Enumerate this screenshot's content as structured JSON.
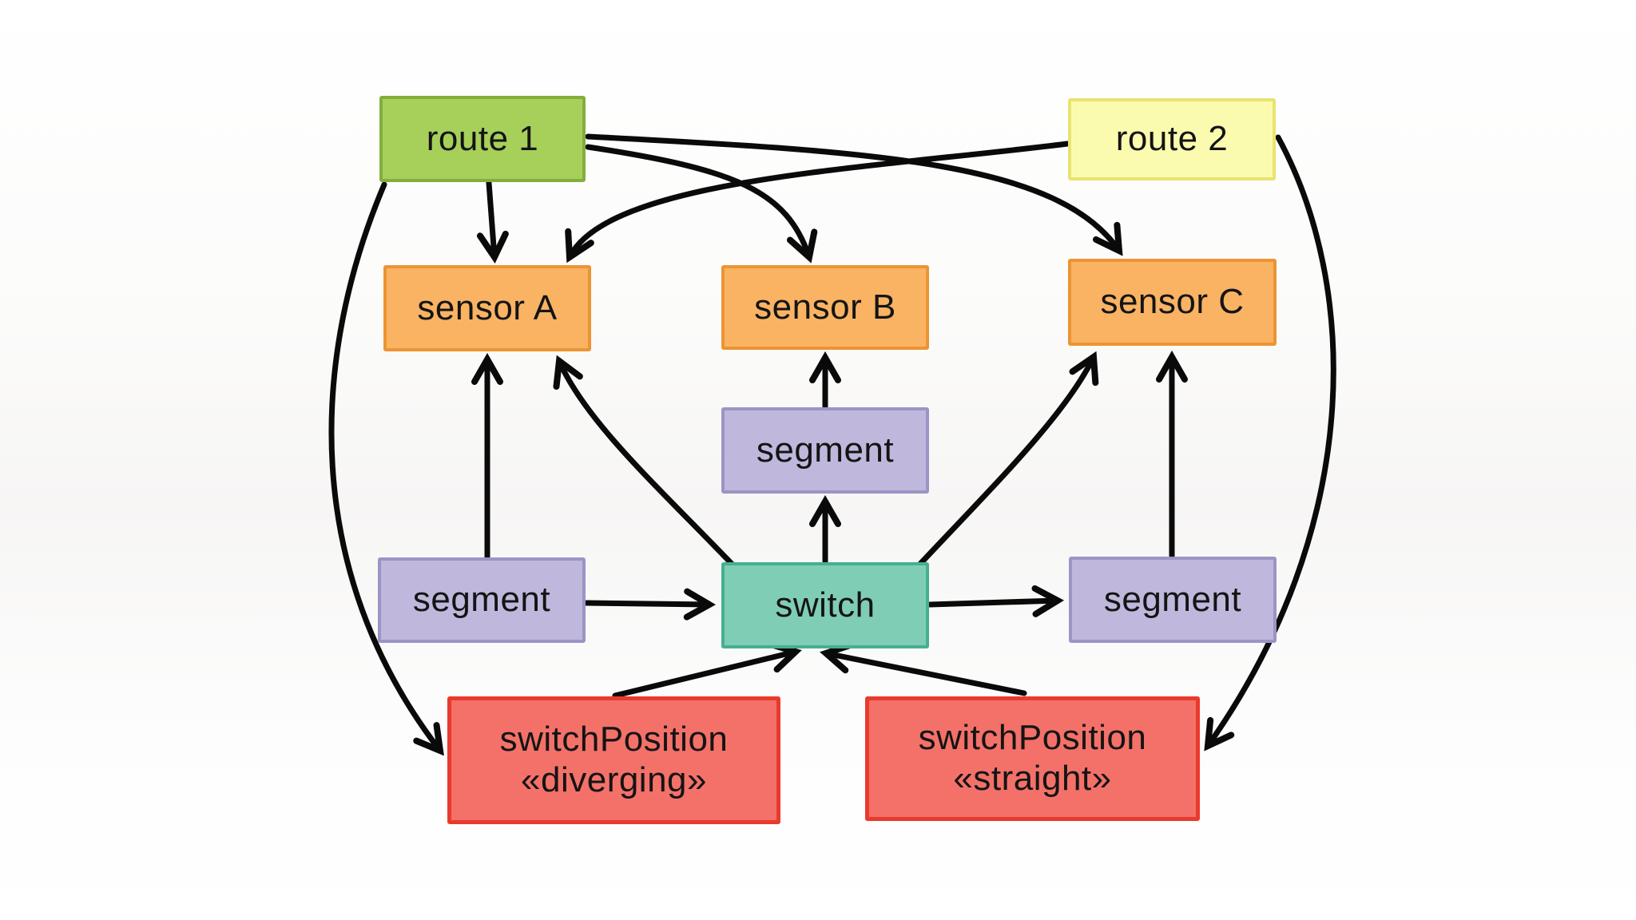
{
  "diagram": {
    "description": "Model railway object diagram with routes, sensors, segments, a switch and switch positions",
    "nodes": {
      "route1": {
        "label": "route 1",
        "fill": "#a6d05a",
        "border": "#84ae3c"
      },
      "route2": {
        "label": "route 2",
        "fill": "#fbfbb0",
        "border": "#e8e470"
      },
      "sensorA": {
        "label": "sensor A",
        "fill": "#f9b363",
        "border": "#ec9434"
      },
      "sensorB": {
        "label": "sensor B",
        "fill": "#f9b363",
        "border": "#ec9434"
      },
      "sensorC": {
        "label": "sensor C",
        "fill": "#f9b363",
        "border": "#ec9434"
      },
      "segmentLeft": {
        "label": "segment",
        "fill": "#bfb8dc",
        "border": "#9c94c4"
      },
      "segmentMid": {
        "label": "segment",
        "fill": "#bfb8dc",
        "border": "#9c94c4"
      },
      "segmentRight": {
        "label": "segment",
        "fill": "#bfb8dc",
        "border": "#9c94c4"
      },
      "switch": {
        "label": "switch",
        "fill": "#80cdb6",
        "border": "#45af91"
      },
      "spDiverging": {
        "label": "switchPosition",
        "stereotype": "«diverging»",
        "fill": "#f37169",
        "border": "#e93a2d"
      },
      "spStraight": {
        "label": "switchPosition",
        "stereotype": "«straight»",
        "fill": "#f37169",
        "border": "#e93a2d"
      }
    },
    "edges": [
      {
        "from": "route 1",
        "to": "sensor A"
      },
      {
        "from": "route 1",
        "to": "sensor B"
      },
      {
        "from": "route 1",
        "to": "sensor C"
      },
      {
        "from": "route 1",
        "to": "switchPosition «diverging»"
      },
      {
        "from": "route 2",
        "to": "sensor A"
      },
      {
        "from": "route 2",
        "to": "switchPosition «straight»"
      },
      {
        "from": "segment (left)",
        "to": "sensor A"
      },
      {
        "from": "segment (left)",
        "to": "switch"
      },
      {
        "from": "segment (middle)",
        "to": "sensor B"
      },
      {
        "from": "segment (right)",
        "to": "sensor C"
      },
      {
        "from": "switch",
        "to": "sensor A"
      },
      {
        "from": "switch",
        "to": "segment (middle)"
      },
      {
        "from": "switch",
        "to": "sensor C"
      },
      {
        "from": "switch",
        "to": "segment (right)"
      },
      {
        "from": "switchPosition «diverging»",
        "to": "switch"
      },
      {
        "from": "switchPosition «straight»",
        "to": "switch"
      }
    ],
    "edge_color": "#000000",
    "background": "#ffffff"
  }
}
